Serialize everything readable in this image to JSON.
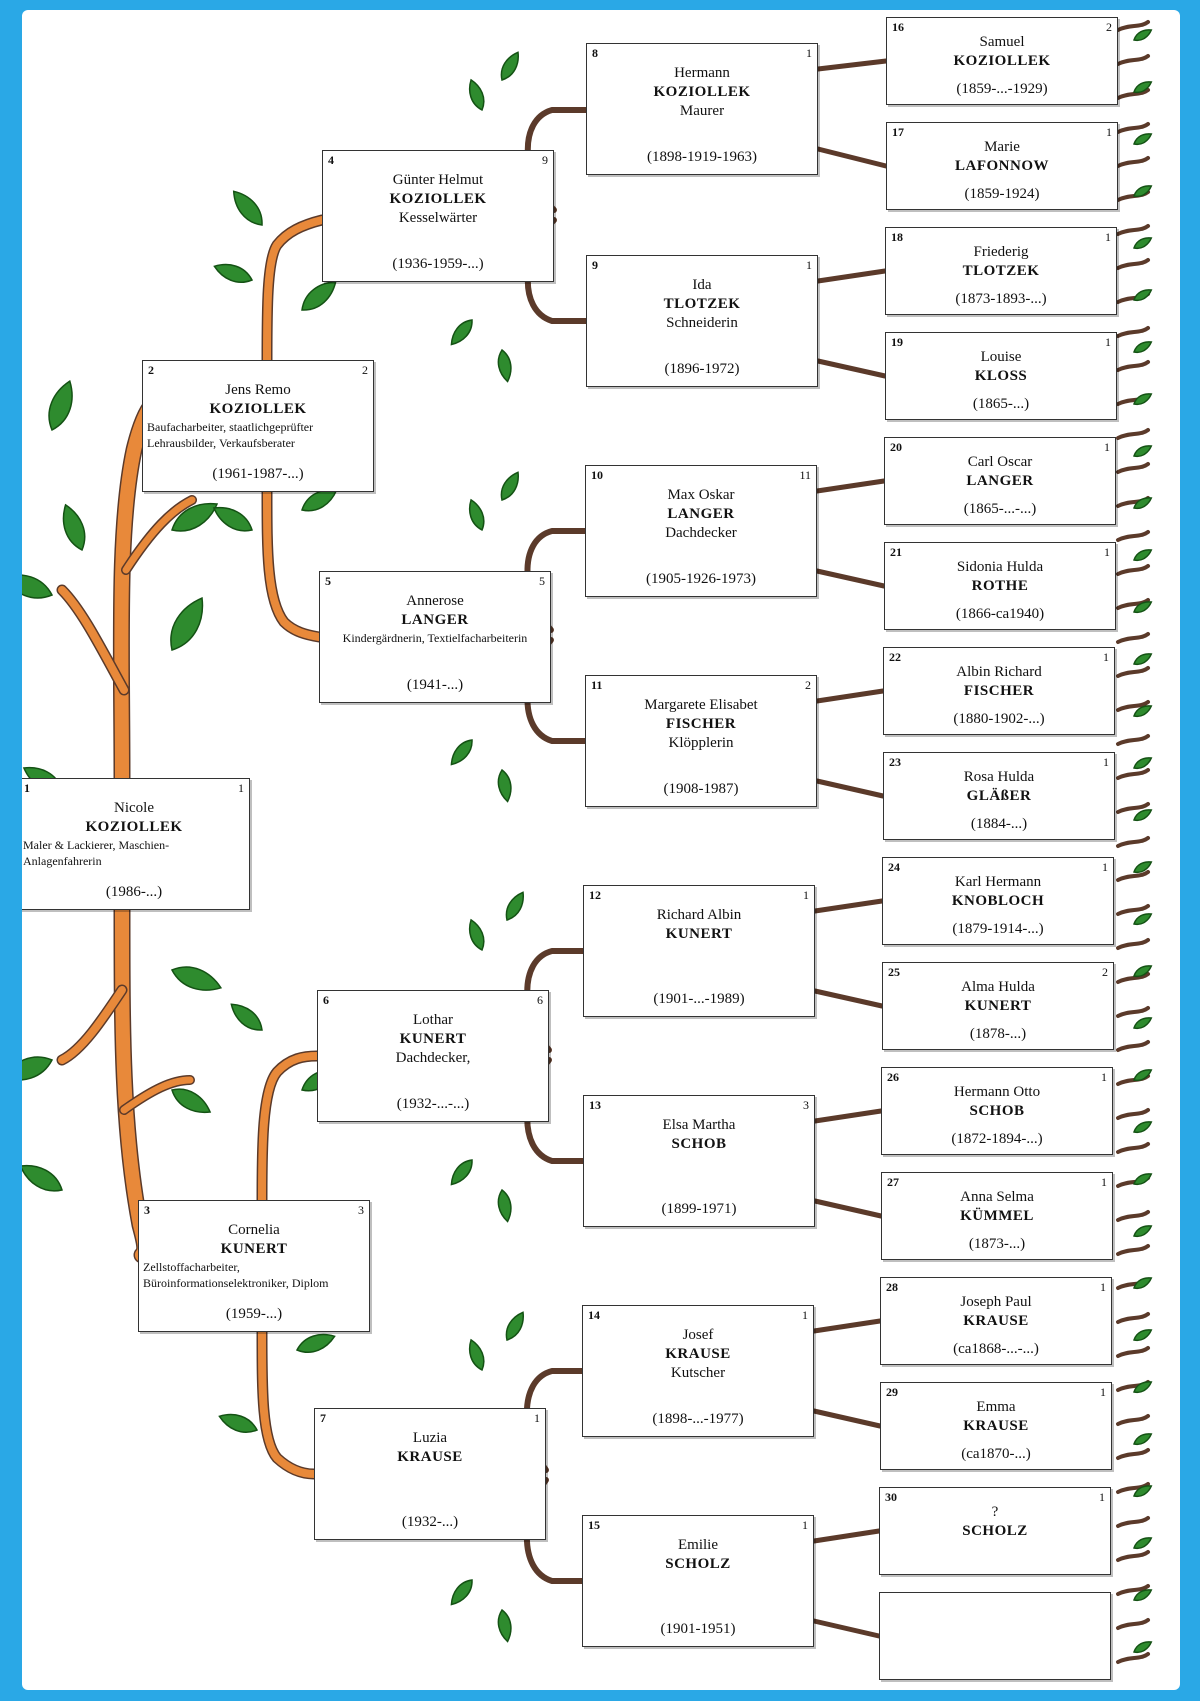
{
  "colors": {
    "background": "#2aa8e6",
    "branch": "#e8893a",
    "branch_dark": "#5b3a2a",
    "leaf": "#2e8b2e",
    "leaf_dark": "#145214"
  },
  "persons": [
    {
      "num": "1",
      "count": "1",
      "given": "Nicole",
      "surname": "KOZIOLLEK",
      "occupation": "Maler & Lackierer, Maschien-Anlagenfahrerin",
      "dates": "(1986-...)"
    },
    {
      "num": "2",
      "count": "2",
      "given": "Jens Remo",
      "surname": "KOZIOLLEK",
      "occupation": "Baufacharbeiter, staatlichgeprüfter Lehrausbilder, Verkaufsberater",
      "dates": "(1961-1987-...)"
    },
    {
      "num": "3",
      "count": "3",
      "given": "Cornelia",
      "surname": "KUNERT",
      "occupation": "Zellstoffacharbeiter, Büroinformationselektroniker, Diplom",
      "dates": "(1959-...)"
    },
    {
      "num": "4",
      "count": "9",
      "given": "Günter Helmut",
      "surname": "KOZIOLLEK",
      "occupation": "Kesselwärter",
      "dates": "(1936-1959-...)"
    },
    {
      "num": "5",
      "count": "5",
      "given": "Annerose",
      "surname": "LANGER",
      "occupation": "Kindergärdnerin, Textielfacharbeiterin",
      "dates": "(1941-...)"
    },
    {
      "num": "6",
      "count": "6",
      "given": "Lothar",
      "surname": "KUNERT",
      "occupation": "Dachdecker,",
      "dates": "(1932-...-...)"
    },
    {
      "num": "7",
      "count": "1",
      "given": "Luzia",
      "surname": "KRAUSE",
      "occupation": "",
      "dates": "(1932-...)"
    },
    {
      "num": "8",
      "count": "1",
      "given": "Hermann",
      "surname": "KOZIOLLEK",
      "occupation": "Maurer",
      "dates": "(1898-1919-1963)"
    },
    {
      "num": "9",
      "count": "1",
      "given": "Ida",
      "surname": "TLOTZEK",
      "occupation": "Schneiderin",
      "dates": "(1896-1972)"
    },
    {
      "num": "10",
      "count": "11",
      "given": "Max Oskar",
      "surname": "LANGER",
      "occupation": "Dachdecker",
      "dates": "(1905-1926-1973)"
    },
    {
      "num": "11",
      "count": "2",
      "given": "Margarete Elisabet",
      "surname": "FISCHER",
      "occupation": "Klöpplerin",
      "dates": "(1908-1987)"
    },
    {
      "num": "12",
      "count": "1",
      "given": "Richard Albin",
      "surname": "KUNERT",
      "occupation": "",
      "dates": "(1901-...-1989)"
    },
    {
      "num": "13",
      "count": "3",
      "given": "Elsa Martha",
      "surname": "SCHOB",
      "occupation": "",
      "dates": "(1899-1971)"
    },
    {
      "num": "14",
      "count": "1",
      "given": "Josef",
      "surname": "KRAUSE",
      "occupation": "Kutscher",
      "dates": "(1898-...-1977)"
    },
    {
      "num": "15",
      "count": "1",
      "given": "Emilie",
      "surname": "SCHOLZ",
      "occupation": "",
      "dates": "(1901-1951)"
    },
    {
      "num": "16",
      "count": "2",
      "given": "Samuel",
      "surname": "KOZIOLLEK",
      "occupation": "",
      "dates": "(1859-...-1929)"
    },
    {
      "num": "17",
      "count": "1",
      "given": "Marie",
      "surname": "LAFONNOW",
      "occupation": "",
      "dates": "(1859-1924)"
    },
    {
      "num": "18",
      "count": "1",
      "given": "Friederig",
      "surname": "TLOTZEK",
      "occupation": "",
      "dates": "(1873-1893-...)"
    },
    {
      "num": "19",
      "count": "1",
      "given": "Louise",
      "surname": "KLOSS",
      "occupation": "",
      "dates": "(1865-...)"
    },
    {
      "num": "20",
      "count": "1",
      "given": "Carl Oscar",
      "surname": "LANGER",
      "occupation": "",
      "dates": "(1865-...-...)"
    },
    {
      "num": "21",
      "count": "1",
      "given": "Sidonia Hulda",
      "surname": "ROTHE",
      "occupation": "",
      "dates": "(1866-ca1940)"
    },
    {
      "num": "22",
      "count": "1",
      "given": "Albin Richard",
      "surname": "FISCHER",
      "occupation": "",
      "dates": "(1880-1902-...)"
    },
    {
      "num": "23",
      "count": "1",
      "given": "Rosa Hulda",
      "surname": "GLÄßER",
      "occupation": "",
      "dates": "(1884-...)"
    },
    {
      "num": "24",
      "count": "1",
      "given": "Karl Hermann",
      "surname": "KNOBLOCH",
      "occupation": "",
      "dates": "(1879-1914-...)"
    },
    {
      "num": "25",
      "count": "2",
      "given": "Alma Hulda",
      "surname": "KUNERT",
      "occupation": "",
      "dates": "(1878-...)"
    },
    {
      "num": "26",
      "count": "1",
      "given": "Hermann Otto",
      "surname": "SCHOB",
      "occupation": "",
      "dates": "(1872-1894-...)"
    },
    {
      "num": "27",
      "count": "1",
      "given": "Anna Selma",
      "surname": "KÜMMEL",
      "occupation": "",
      "dates": "(1873-...)"
    },
    {
      "num": "28",
      "count": "1",
      "given": "Joseph Paul",
      "surname": "KRAUSE",
      "occupation": "",
      "dates": "(ca1868-...-...)"
    },
    {
      "num": "29",
      "count": "1",
      "given": "Emma",
      "surname": "KRAUSE",
      "occupation": "",
      "dates": "(ca1870-...)"
    },
    {
      "num": "30",
      "count": "1",
      "given": "?",
      "surname": "SCHOLZ",
      "occupation": "",
      "dates": ""
    },
    {
      "num": "",
      "count": "",
      "given": "",
      "surname": "",
      "occupation": "",
      "dates": ""
    }
  ]
}
